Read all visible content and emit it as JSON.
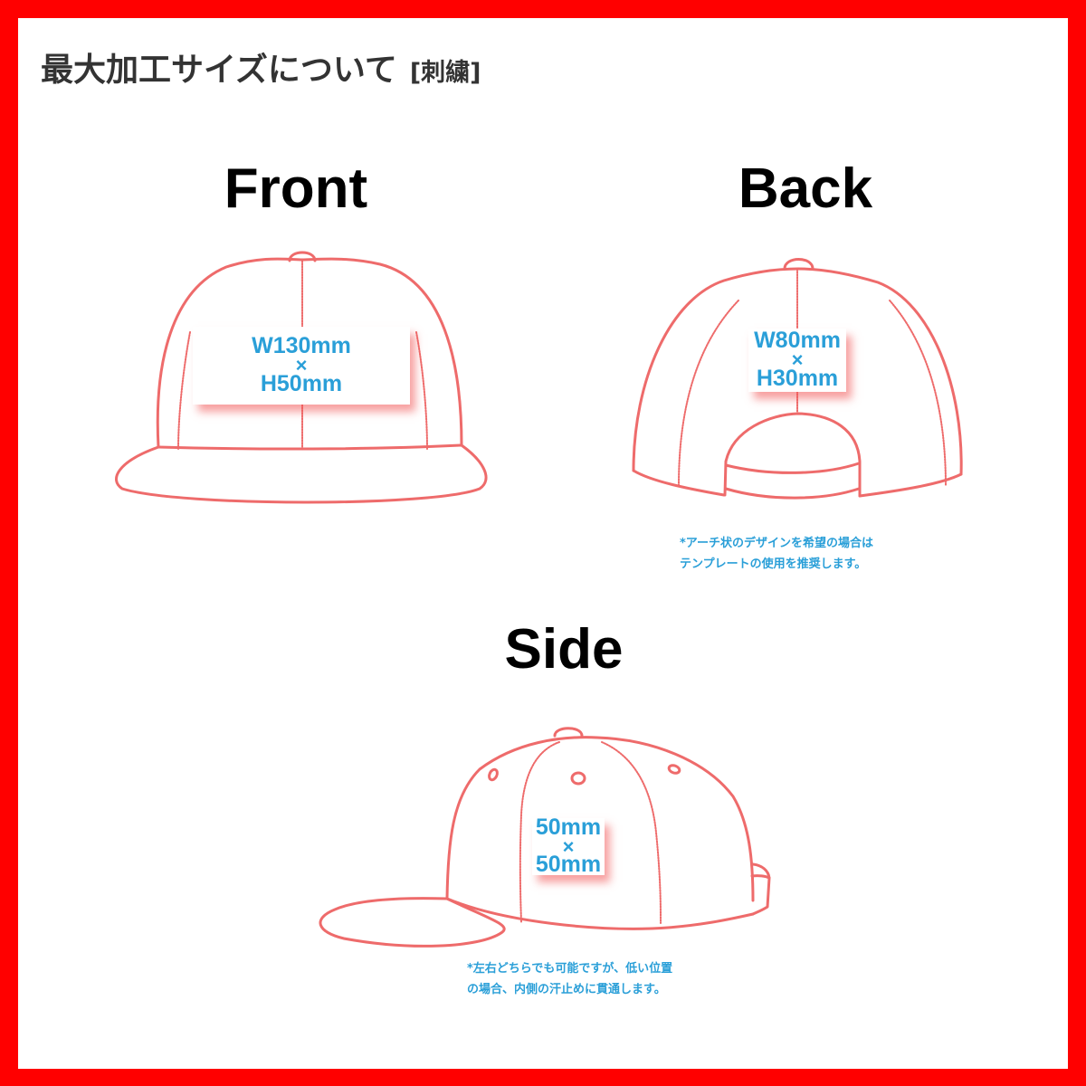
{
  "header": {
    "title": "最大加工サイズについて",
    "suffix": "[刺繍]"
  },
  "colors": {
    "frame": "#ff0000",
    "outline": "#ee6b6b",
    "label_text": "#2a9fd8",
    "title_text": "#333333"
  },
  "views": {
    "front": {
      "title": "Front",
      "width_label": "W130mm",
      "times": "×",
      "height_label": "H50mm"
    },
    "back": {
      "title": "Back",
      "width_label": "W80mm",
      "times": "×",
      "height_label": "H30mm",
      "note_line1": "*アーチ状のデザインを希望の場合は",
      "note_line2": "テンプレートの使用を推奨します。"
    },
    "side": {
      "title": "Side",
      "width_label": "50mm",
      "times": "×",
      "height_label": "50mm",
      "note_line1": "*左右どちらでも可能ですが、低い位置",
      "note_line2": "の場合、内側の汗止めに貫通します。"
    }
  }
}
